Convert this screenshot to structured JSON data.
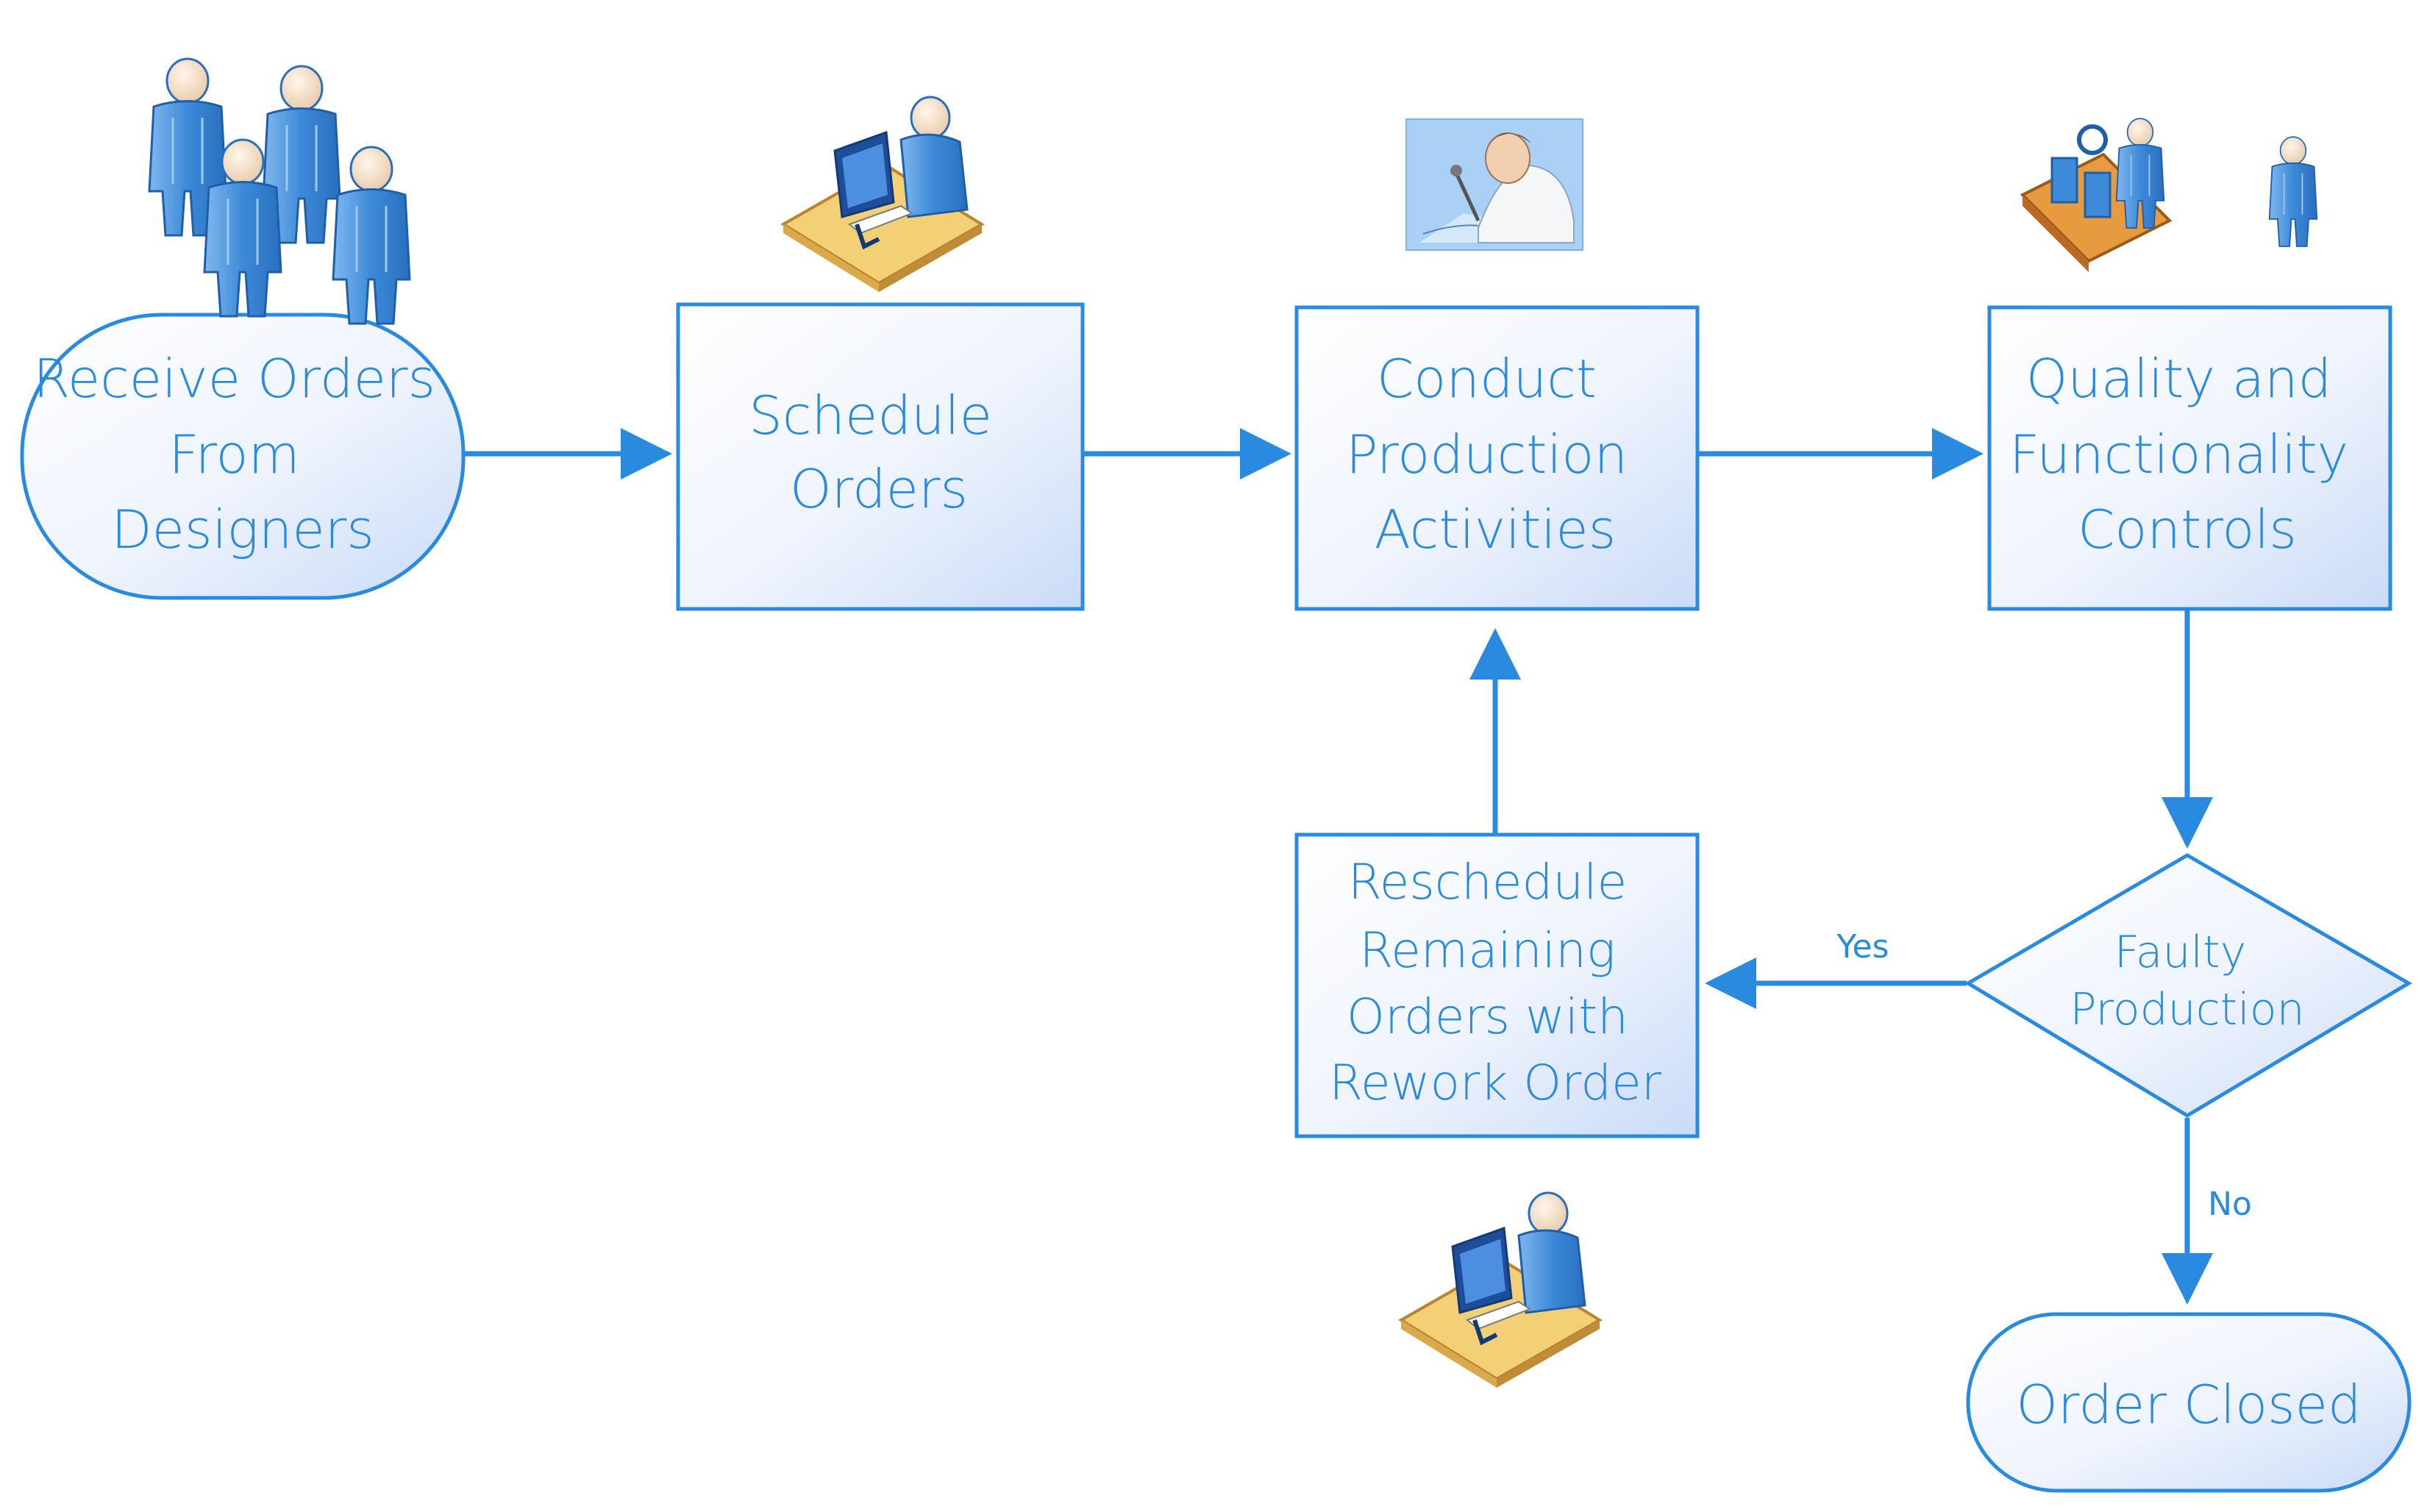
{
  "colors": {
    "stroke": "#2a8ae0",
    "fill_light": "#ffffff",
    "fill_dark": "#cfdff8",
    "text": "#2a8ae0",
    "person_body": "#4a90d9",
    "desk": "#f0c86a"
  },
  "nodes": {
    "receive": {
      "lines": [
        "Receive Orders",
        "From",
        "Designers"
      ],
      "shape": "terminator",
      "icon": "group-of-people-icon"
    },
    "schedule": {
      "lines": [
        "Schedule",
        "Orders"
      ],
      "shape": "process",
      "icon": "person-at-computer-icon"
    },
    "conduct": {
      "lines": [
        "Conduct",
        "Production",
        "Activities"
      ],
      "shape": "process",
      "icon": "scientist-photo-icon"
    },
    "quality": {
      "lines": [
        "Quality and",
        "Functionality",
        "Controls"
      ],
      "shape": "process",
      "icon": "assembly-line-worker-icon"
    },
    "faulty": {
      "lines": [
        "Faulty",
        "Production"
      ],
      "shape": "decision"
    },
    "reschedule": {
      "lines": [
        "Reschedule",
        "Remaining",
        "Orders with",
        "Rework Order"
      ],
      "shape": "process",
      "icon": "person-at-computer-icon"
    },
    "closed": {
      "lines": [
        "Order Closed"
      ],
      "shape": "terminator"
    }
  },
  "edges": {
    "yes_label": "Yes",
    "no_label": "No"
  }
}
